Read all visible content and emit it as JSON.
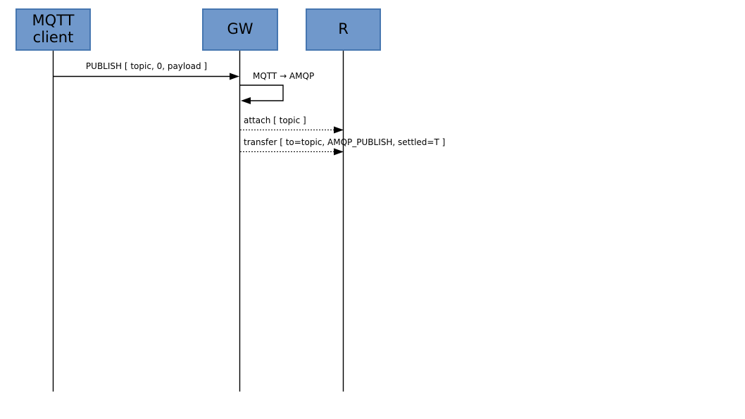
{
  "diagram": {
    "actors": [
      {
        "id": "mqtt-client",
        "label": "MQTT\nclient"
      },
      {
        "id": "gw",
        "label": "GW"
      },
      {
        "id": "r",
        "label": "R"
      }
    ],
    "messages": {
      "publish": {
        "label": "PUBLISH [ topic, 0, payload ]",
        "from": "mqtt-client",
        "to": "gw",
        "style": "solid"
      },
      "convert": {
        "label": "MQTT → AMQP",
        "from": "gw",
        "to": "gw",
        "style": "self"
      },
      "attach": {
        "label": "attach [ topic ]",
        "from": "gw",
        "to": "r",
        "style": "dashed"
      },
      "transfer": {
        "label": "transfer [ to=topic, AMQP_PUBLISH, settled=T ]",
        "from": "gw",
        "to": "r",
        "style": "dashed"
      }
    },
    "colors": {
      "actor_fill": "#7098CB",
      "actor_border": "#4676B0",
      "line": "#000000"
    }
  }
}
